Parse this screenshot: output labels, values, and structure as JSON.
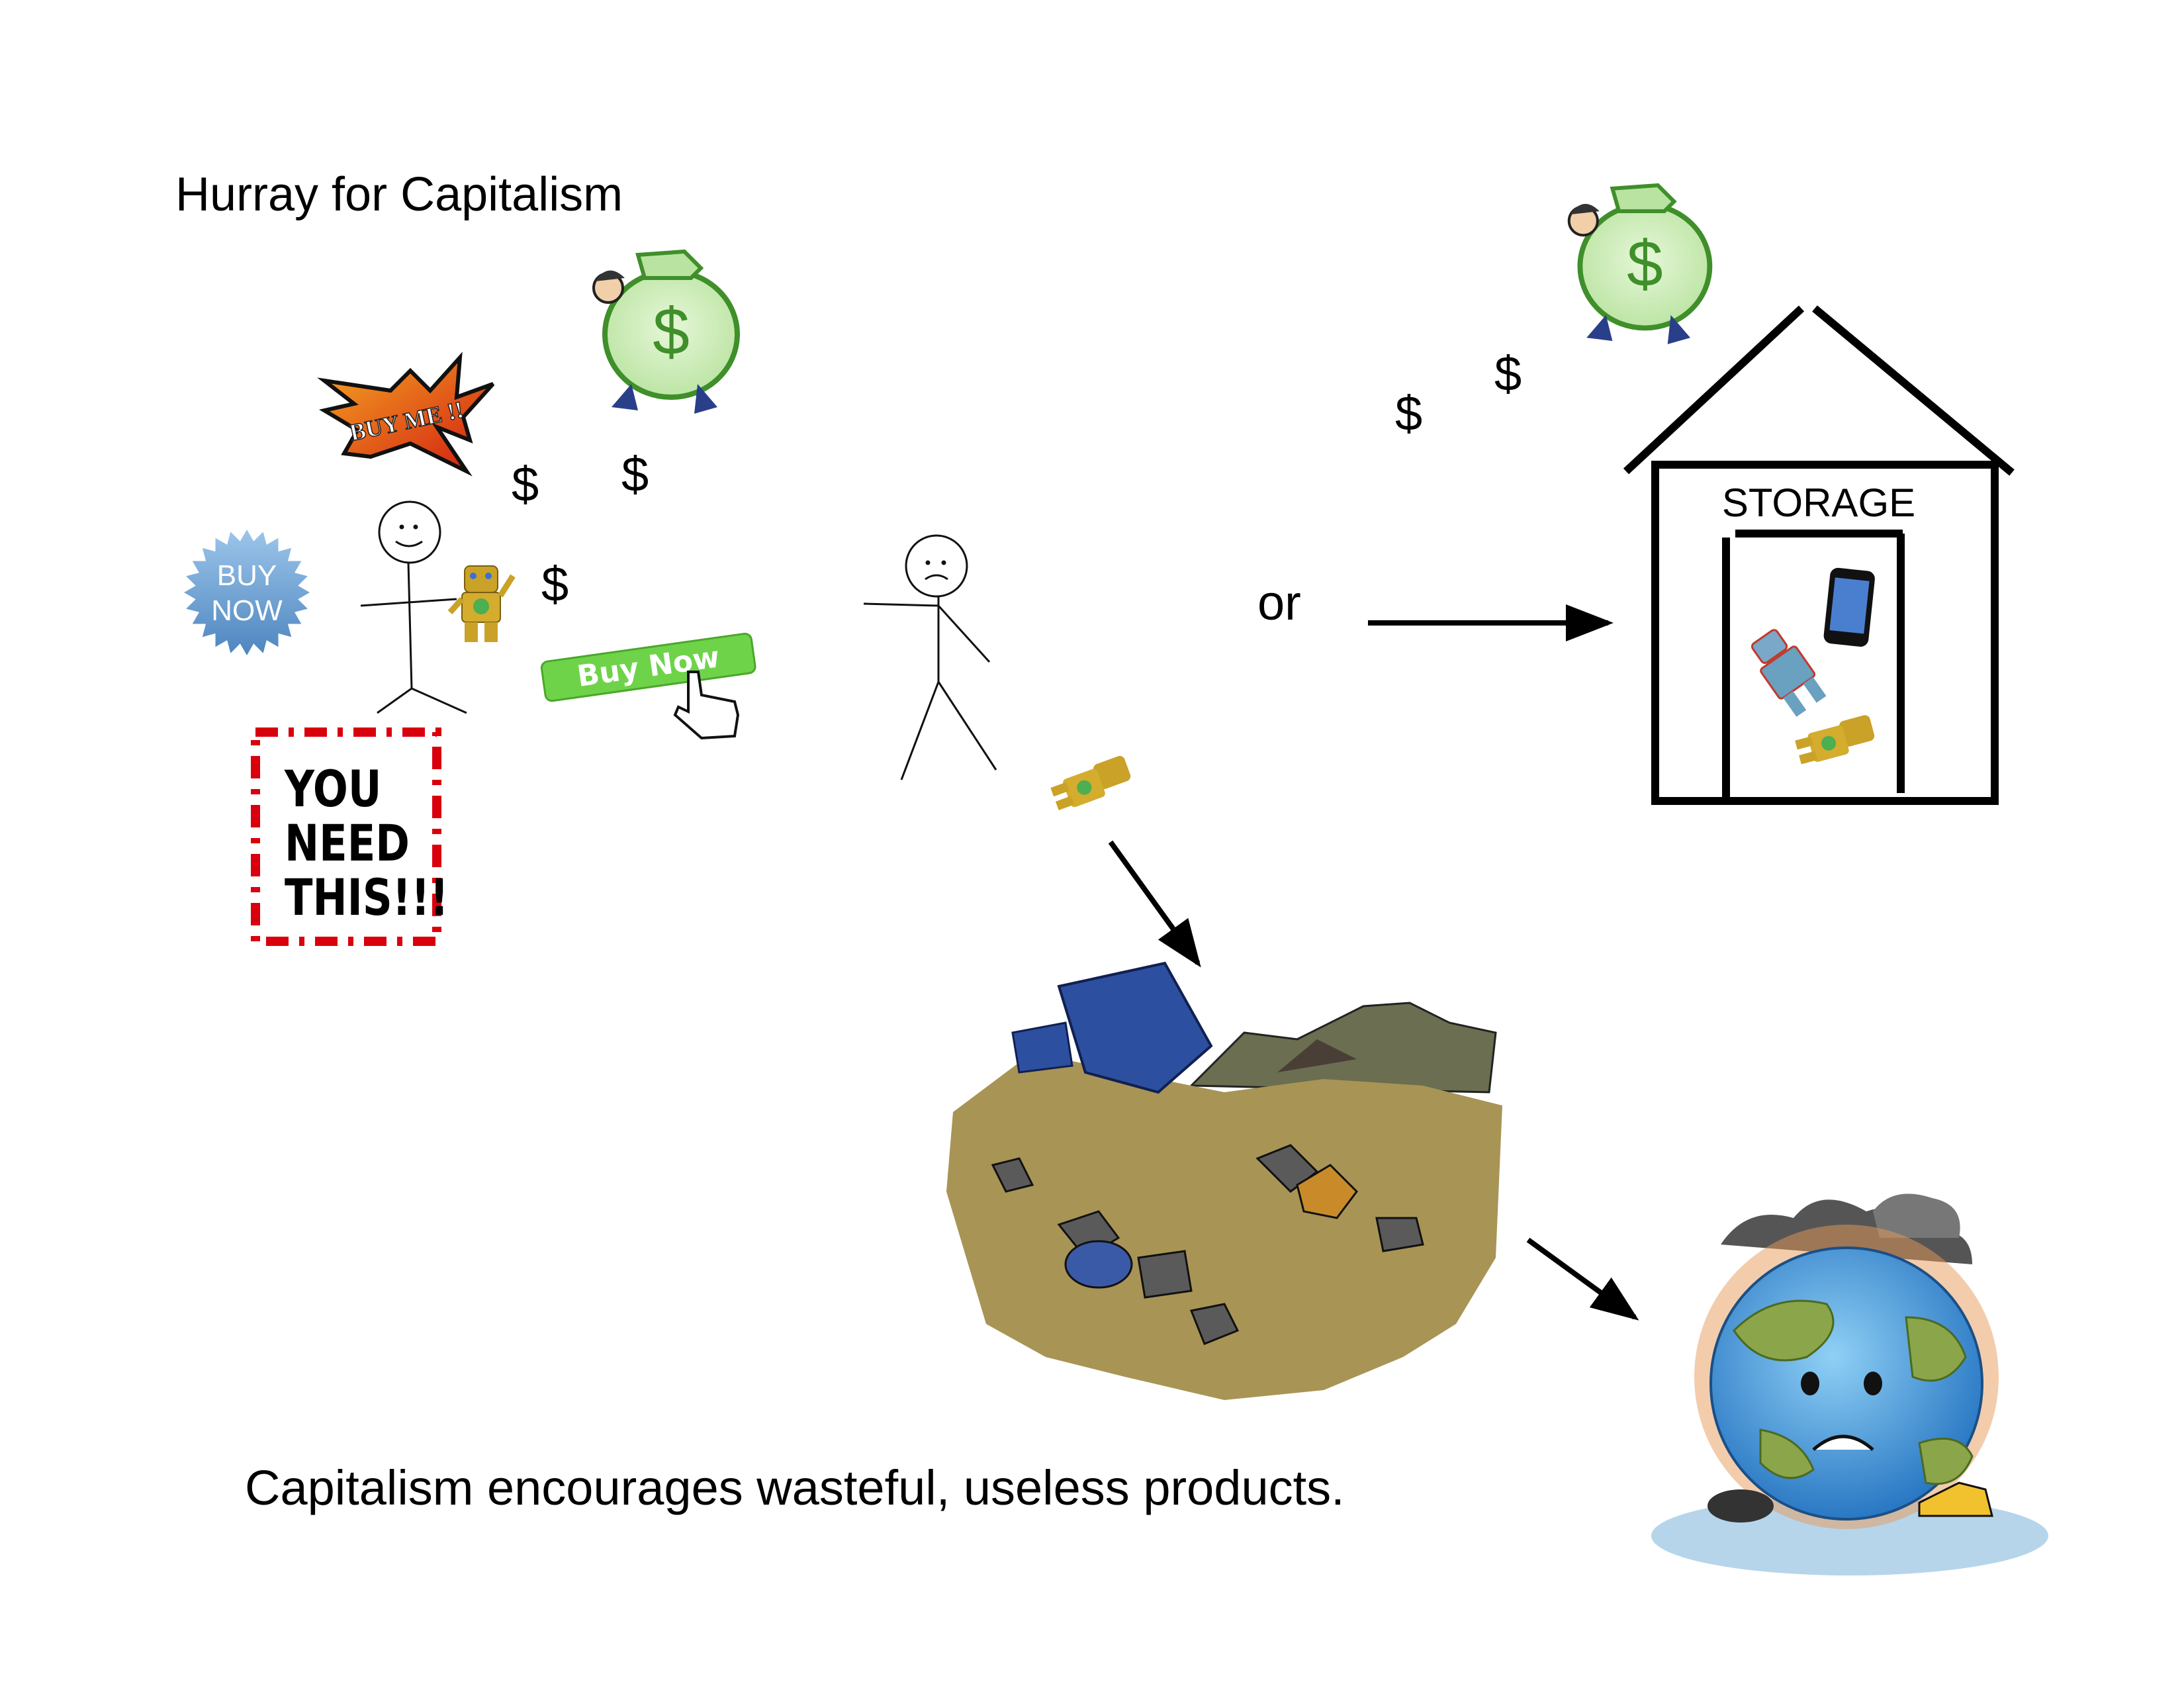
{
  "title": "Hurray for Capitalism",
  "caption": "Capitalism encourages wasteful, useless products.",
  "or_label": "or",
  "dollar_sign": "$",
  "ads": {
    "buy_me": "BUY ME !!",
    "buy_now_badge_line1": "BUY",
    "buy_now_badge_line2": "NOW",
    "buy_now_button": "Buy Now",
    "you_need_this": [
      "YOU",
      "NEED",
      "THIS!!!"
    ]
  },
  "storage_label": "STORAGE",
  "colors": {
    "badge_blue": "#6a9fd0",
    "button_green": "#6fd34a",
    "stamp_red": "#d9000d",
    "burst_orange": "#e8571a",
    "landfill": "#a89455",
    "earth_blue": "#3f8fd6"
  }
}
